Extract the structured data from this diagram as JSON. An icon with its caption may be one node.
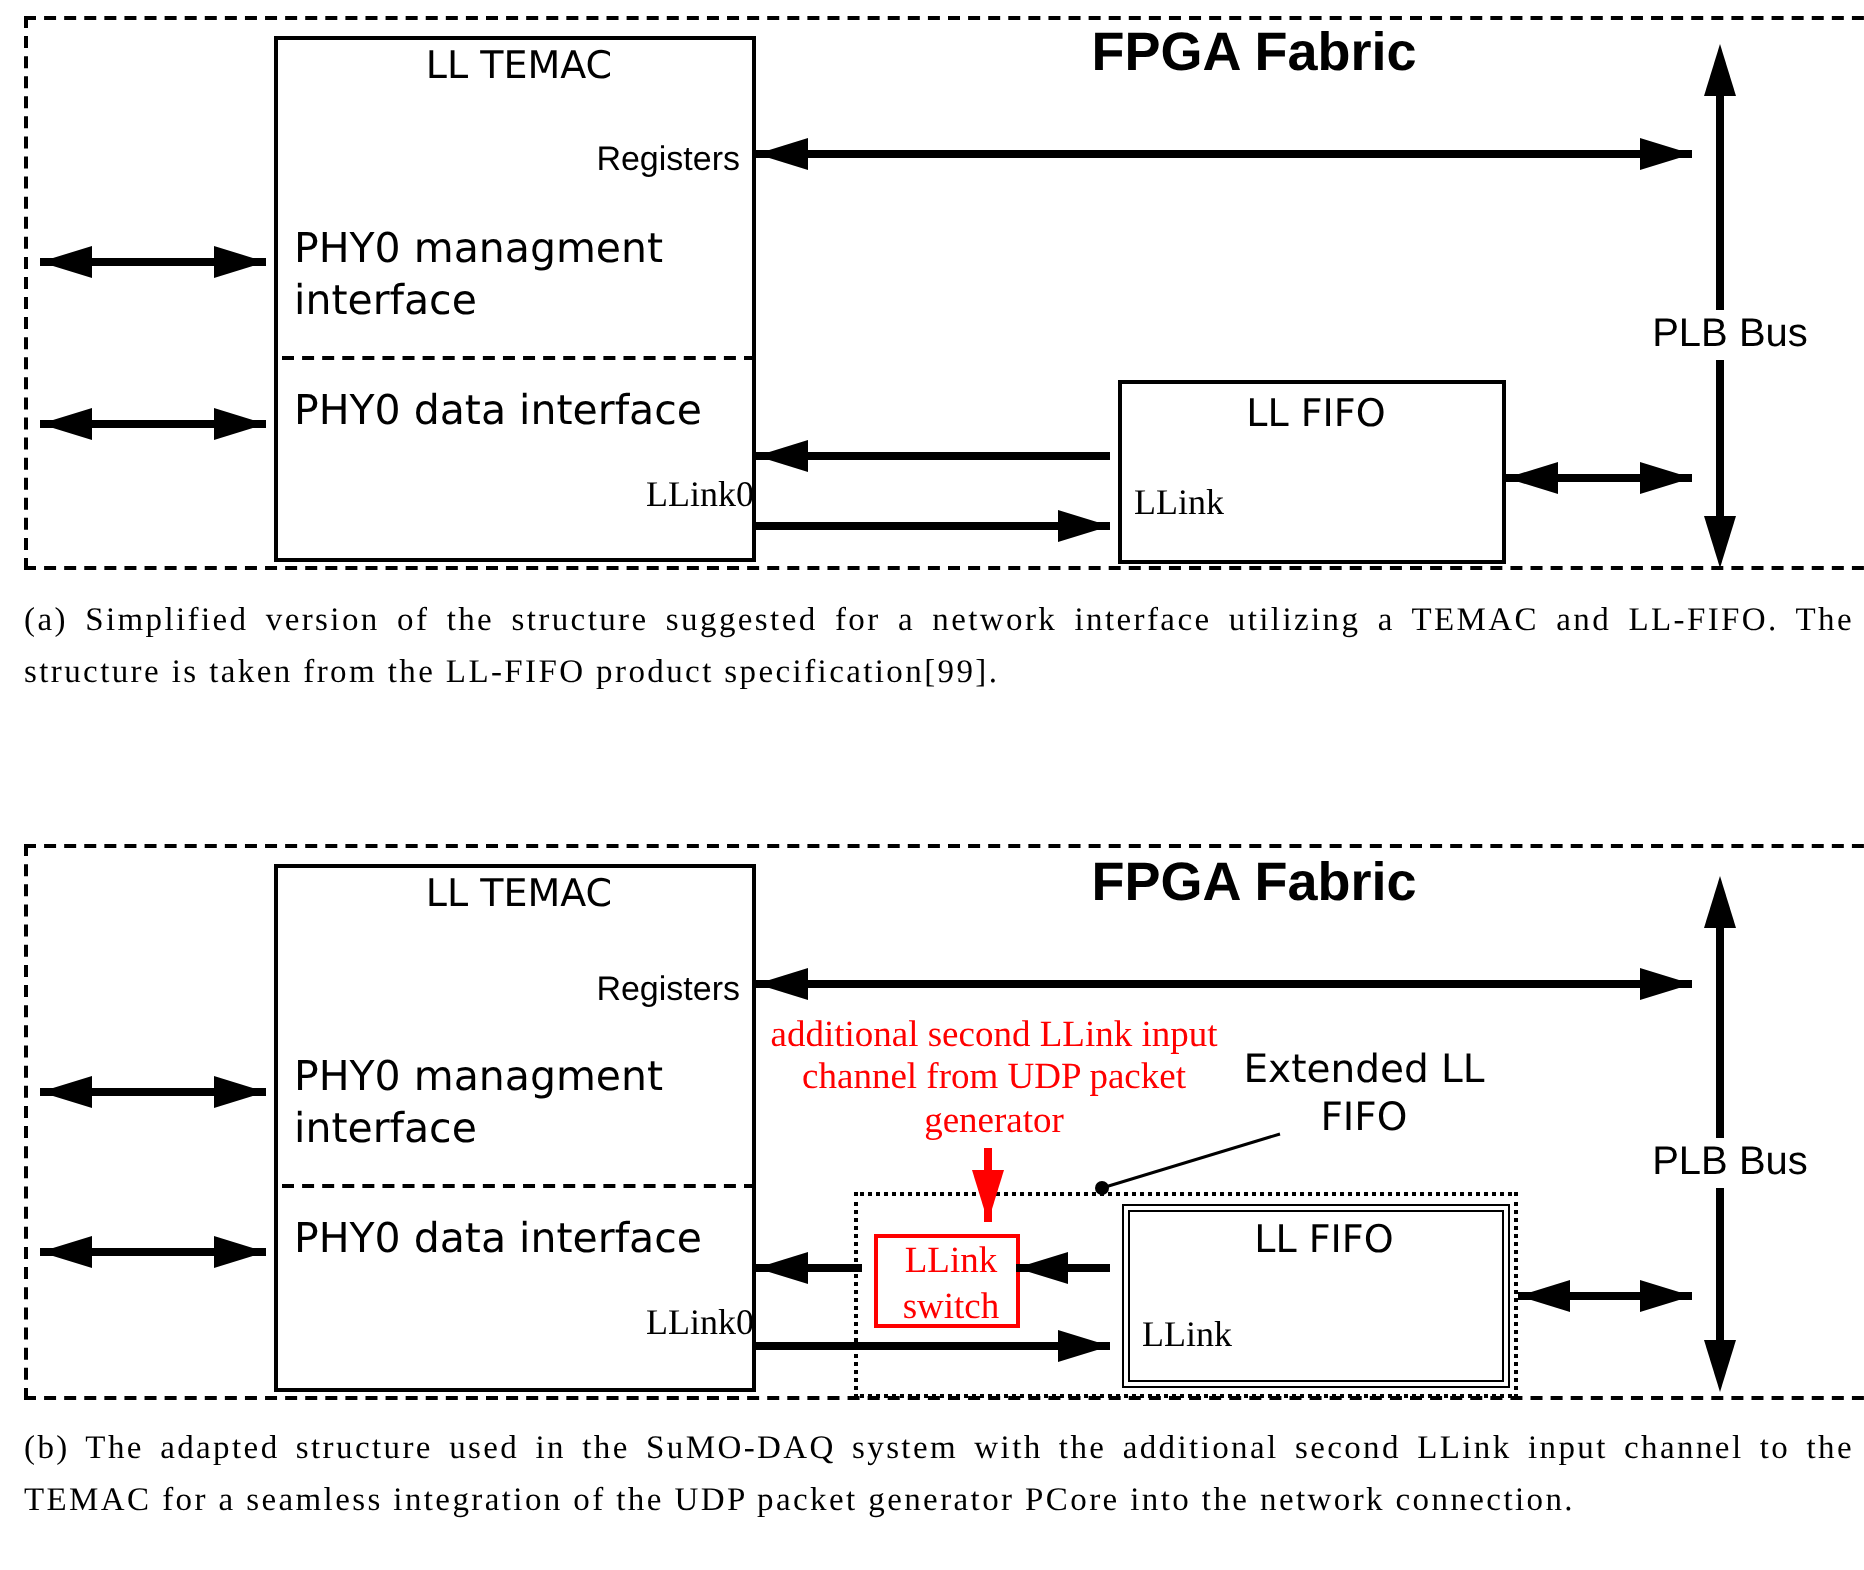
{
  "diagram": {
    "nodes": [
      {
        "text": [
          "FPGA Fabric"
        ]
      },
      {
        "text": [
          "LL TEMAC"
        ],
        "in": 0
      },
      {
        "text": [
          "Registers",
          "PHY0 managment interface"
        ],
        "in": 1
      },
      {
        "text": [
          "PHY0 data interface",
          "LLink0"
        ],
        "in": 1
      },
      {
        "text": [
          "LL FIFO",
          "LLink"
        ],
        "in": 0
      },
      {
        "text": [
          "PLB Bus"
        ],
        "in": 0
      },
      {
        "text": [
          "FPGA Fabric"
        ]
      },
      {
        "text": [
          "LL TEMAC"
        ],
        "in": 6
      },
      {
        "text": [
          "Registers",
          "PHY0 managment interface"
        ],
        "in": 7
      },
      {
        "text": [
          "PHY0 data interface",
          "LLink0"
        ],
        "in": 7
      },
      {
        "text": [],
        "shape": "box",
        "in": 6
      },
      {
        "text": [
          "Extended LL FIFO"
        ],
        "in": 6
      },
      {
        "text": [
          "LLink switch"
        ],
        "in": 10
      },
      {
        "text": [
          "LL FIFO",
          "LLink"
        ],
        "in": 10
      },
      {
        "text": [
          "additional second LLink input channel from UDP packet generator"
        ],
        "in": 6
      },
      {
        "text": [
          "PLB Bus"
        ],
        "in": 6
      }
    ],
    "edges": [
      {
        "from": null,
        "to": 2,
        "arrow": "both"
      },
      {
        "from": null,
        "to": 3,
        "arrow": "both"
      },
      {
        "from": 2,
        "to": 5,
        "arrow": "both"
      },
      {
        "from": 4,
        "to": 3,
        "arrow": "to"
      },
      {
        "from": 3,
        "to": 4,
        "arrow": "to"
      },
      {
        "from": 4,
        "to": 5,
        "arrow": "both"
      },
      {
        "from": null,
        "to": 8,
        "arrow": "both"
      },
      {
        "from": null,
        "to": 9,
        "arrow": "both"
      },
      {
        "from": 8,
        "to": 15,
        "arrow": "both"
      },
      {
        "from": 11,
        "to": 10,
        "arrow": "other"
      },
      {
        "from": 14,
        "to": 12,
        "arrow": "to",
        "color": "#ff0000"
      },
      {
        "from": 13,
        "to": 12,
        "arrow": "to"
      },
      {
        "from": 12,
        "to": 9,
        "arrow": "to"
      },
      {
        "from": 9,
        "to": 13,
        "arrow": "to"
      },
      {
        "from": 10,
        "to": 15,
        "arrow": "both"
      }
    ],
    "labels": [
      "(a) Simplified version of the structure suggested for a network interface utilizing a TEMAC and LL-FIFO. The structure is taken from the LL-FIFO product specification[99].",
      "(b) The adapted structure used in the SuMO-DAQ system with the additional second LLink input channel to the TEMAC for a seamless integration of the UDP packet generator PCore into the network connection."
    ]
  }
}
